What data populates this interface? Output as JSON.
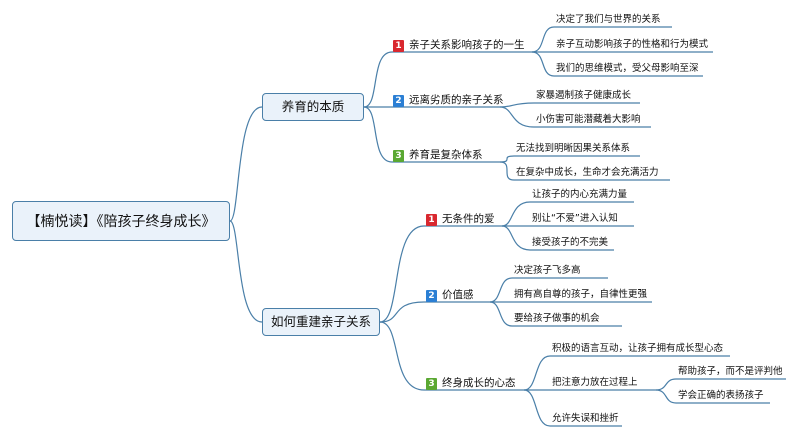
{
  "root": {
    "title": "【楠悦读】《陪孩子终身成长》"
  },
  "branches": [
    {
      "title": "养育的本质",
      "subs": [
        {
          "badge": "1",
          "badge_color": "#d9282f",
          "title": "亲子关系影响孩子的一生",
          "leaves": [
            "决定了我们与世界的关系",
            "亲子互动影响孩子的性格和行为模式",
            "我们的思维模式，受父母影响至深"
          ]
        },
        {
          "badge": "2",
          "badge_color": "#2b7fd4",
          "title": "远离劣质的亲子关系",
          "leaves": [
            "家暴遏制孩子健康成长",
            "小伤害可能潜藏着大影响"
          ]
        },
        {
          "badge": "3",
          "badge_color": "#5aa832",
          "title": "养育是复杂体系",
          "leaves": [
            "无法找到明晰因果关系体系",
            "在复杂中成长，生命才会充满活力"
          ]
        }
      ]
    },
    {
      "title": "如何重建亲子关系",
      "subs": [
        {
          "badge": "1",
          "badge_color": "#d9282f",
          "title": "无条件的爱",
          "leaves": [
            "让孩子的内心充满力量",
            "别让“不爱”进入认知",
            "接受孩子的不完美"
          ]
        },
        {
          "badge": "2",
          "badge_color": "#2b7fd4",
          "title": "价值感",
          "leaves": [
            "决定孩子飞多高",
            "拥有高自尊的孩子，自律性更强",
            "要给孩子做事的机会"
          ]
        },
        {
          "badge": "3",
          "badge_color": "#5aa832",
          "title": "终身成长的心态",
          "leaves": [
            "积极的语言互动，让孩子拥有成长型心态",
            "把注意力放在过程上",
            "允许失误和挫折"
          ],
          "children_of_leaf_1": [
            "帮助孩子，而不是评判他",
            "学会正确的表扬孩子"
          ]
        }
      ]
    }
  ],
  "colors": {
    "line": "#4a7fa8",
    "node_border": "#4a7fa8",
    "node_fill": "#eaf2fa"
  }
}
